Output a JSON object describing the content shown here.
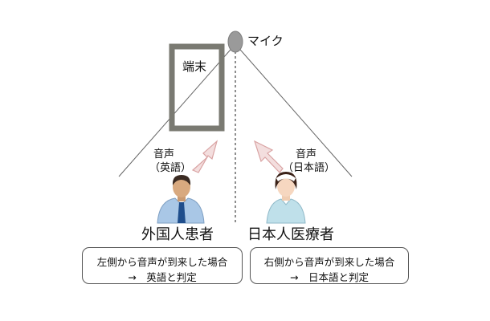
{
  "mic": {
    "label": "マイク"
  },
  "device": {
    "label": "端末"
  },
  "voice_left": {
    "line1": "音声",
    "line2": "（英語）"
  },
  "voice_right": {
    "line1": "音声",
    "line2": "（日本語）"
  },
  "patient": {
    "label": "外国人患者"
  },
  "staff": {
    "label": "日本人医療者"
  },
  "rule_left": {
    "line1": "左側から音声が到来した場合",
    "line2": "→　英語と判定"
  },
  "rule_right": {
    "line1": "右側から音声が到来した場合",
    "line2": "→　日本語と判定"
  },
  "colors": {
    "device_frame": "#7a7a72",
    "mic": "#9a9a9a",
    "arrow_fill": "#f3dede",
    "arrow_stroke": "#d9a3a3",
    "patient_shirt": "#a9c7e6",
    "patient_tie": "#1f4e8c",
    "staff_uniform": "#bfe0ea"
  }
}
